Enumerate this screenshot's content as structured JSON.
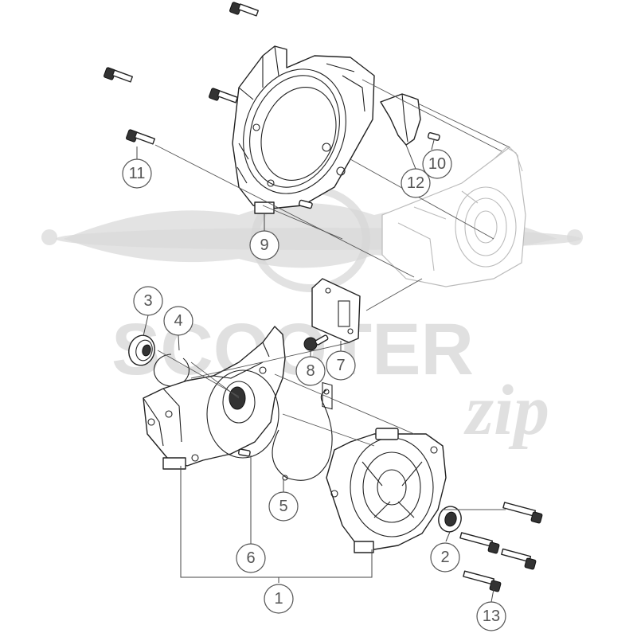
{
  "watermark": {
    "brand_main": "SCOOTER",
    "brand_script": "zip"
  },
  "callouts": [
    {
      "id": "c1",
      "label": "1"
    },
    {
      "id": "c2",
      "label": "2"
    },
    {
      "id": "c3",
      "label": "3"
    },
    {
      "id": "c4",
      "label": "4"
    },
    {
      "id": "c5",
      "label": "5"
    },
    {
      "id": "c6",
      "label": "6"
    },
    {
      "id": "c7",
      "label": "7"
    },
    {
      "id": "c8",
      "label": "8"
    },
    {
      "id": "c9",
      "label": "9"
    },
    {
      "id": "c10",
      "label": "10"
    },
    {
      "id": "c11",
      "label": "11"
    },
    {
      "id": "c12",
      "label": "12"
    },
    {
      "id": "c13",
      "label": "13"
    }
  ]
}
